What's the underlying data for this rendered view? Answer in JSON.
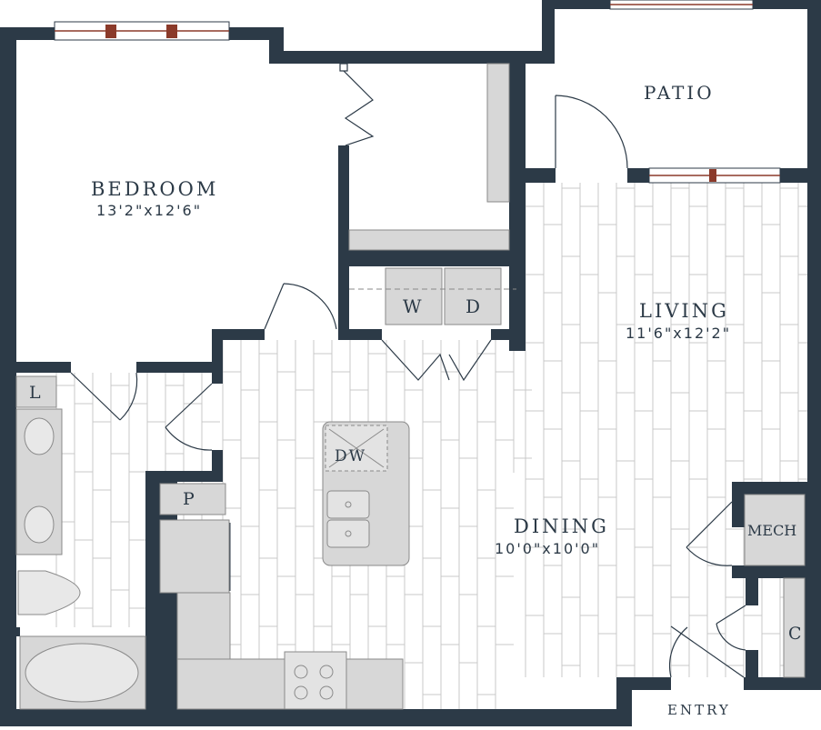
{
  "rooms": {
    "bedroom": {
      "name": "BEDROOM",
      "size": "13'2\"x12'6\""
    },
    "living": {
      "name": "LIVING",
      "size": "11'6\"x12'2\""
    },
    "dining": {
      "name": "DINING",
      "size": "10'0\"x10'0\""
    },
    "patio": {
      "name": "PATIO"
    },
    "entry": {
      "name": "ENTRY"
    }
  },
  "fixtures": {
    "washer": "W",
    "dryer": "D",
    "dishwasher": "DW",
    "linen": "L",
    "pantry": "P",
    "mechanical": "MECH",
    "closet": "C"
  },
  "colors": {
    "wall": "#2c3a47",
    "fixture_fill": "#d7d7d7",
    "fixture_stroke": "#8a8a8a",
    "window_frame": "#8b3a2a",
    "floor_line": "#c9c9c9"
  }
}
